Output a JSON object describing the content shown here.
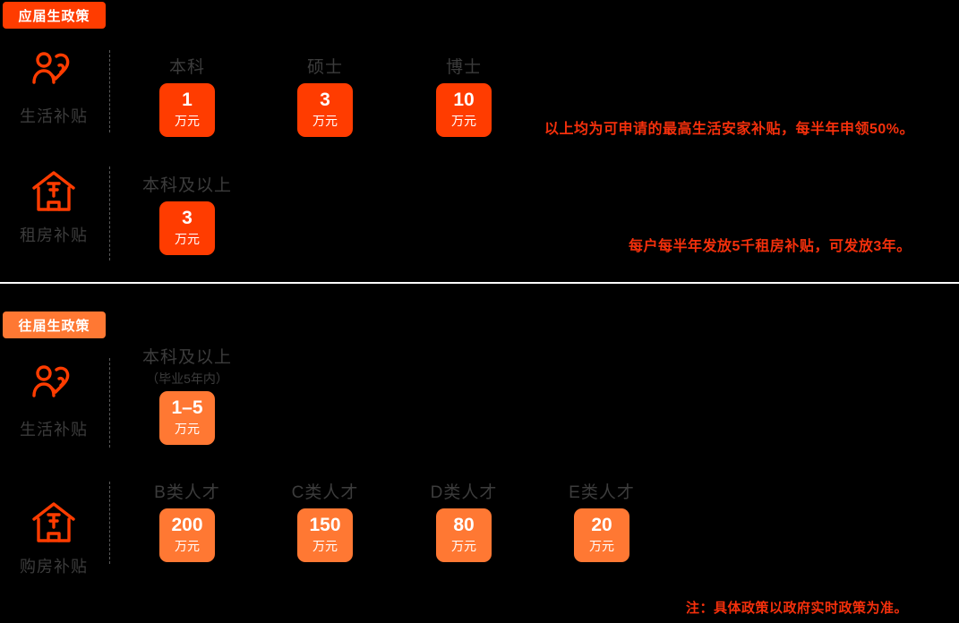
{
  "colors": {
    "background": "#000000",
    "accent_bright": "#FF3C00",
    "accent_light": "#FF7833",
    "note_red": "#F5300C",
    "label_gray": "#3C3C3C",
    "divider_white": "#FFFFFF",
    "dash_gray": "#5A5A5A"
  },
  "sections": [
    {
      "badge": "应届生政策",
      "rows": [
        {
          "icon": "person-heart-icon",
          "label": "生活补贴",
          "columns": [
            {
              "title": "本科",
              "sub": "",
              "amount": "1",
              "unit": "万元"
            },
            {
              "title": "硕士",
              "sub": "",
              "amount": "3",
              "unit": "万元"
            },
            {
              "title": "博士",
              "sub": "",
              "amount": "10",
              "unit": "万元"
            }
          ],
          "note": "以上均为可申请的最高生活安家补贴，每半年申领50%。"
        },
        {
          "icon": "house-yuan-icon",
          "label": "租房补贴",
          "columns": [
            {
              "title": "本科及以上",
              "sub": "",
              "amount": "3",
              "unit": "万元"
            }
          ],
          "note": "每户每半年发放5千租房补贴，可发放3年。"
        }
      ]
    },
    {
      "badge": "往届生政策",
      "rows": [
        {
          "icon": "person-heart-icon",
          "label": "生活补贴",
          "columns": [
            {
              "title": "本科及以上",
              "sub": "（毕业5年内）",
              "amount": "1–5",
              "unit": "万元"
            }
          ],
          "note": ""
        },
        {
          "icon": "house-yuan-icon",
          "label": "购房补贴",
          "columns": [
            {
              "title": "B类人才",
              "sub": "",
              "amount": "200",
              "unit": "万元"
            },
            {
              "title": "C类人才",
              "sub": "",
              "amount": "150",
              "unit": "万元"
            },
            {
              "title": "D类人才",
              "sub": "",
              "amount": "80",
              "unit": "万元"
            },
            {
              "title": "E类人才",
              "sub": "",
              "amount": "20",
              "unit": "万元"
            }
          ],
          "note": ""
        }
      ]
    }
  ],
  "footnote": "注：具体政策以政府实时政策为准。"
}
